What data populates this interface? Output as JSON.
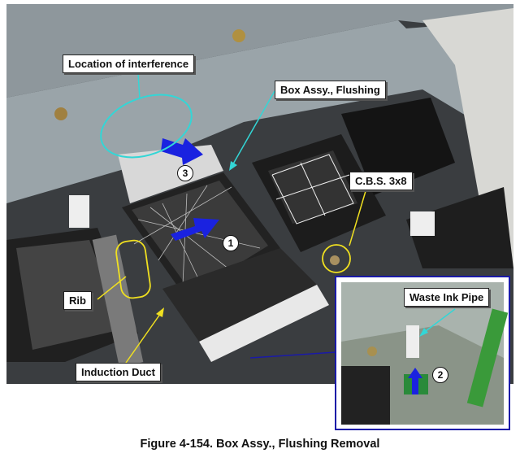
{
  "figure": {
    "caption": "Figure 4-154. Box Assy., Flushing Removal",
    "callouts": {
      "interference": "Location of interference",
      "box_assy": "Box Assy., Flushing",
      "cbs": "C.B.S. 3x8",
      "rib": "Rib",
      "induction_duct": "Induction Duct",
      "waste_ink_pipe": "Waste Ink Pipe"
    },
    "steps": [
      "1",
      "2",
      "3"
    ],
    "colors": {
      "arrow": "#1a22e0",
      "cyan": "#33d6d6",
      "yellow": "#f0e020",
      "inset_border": "#1a1aa8"
    }
  }
}
